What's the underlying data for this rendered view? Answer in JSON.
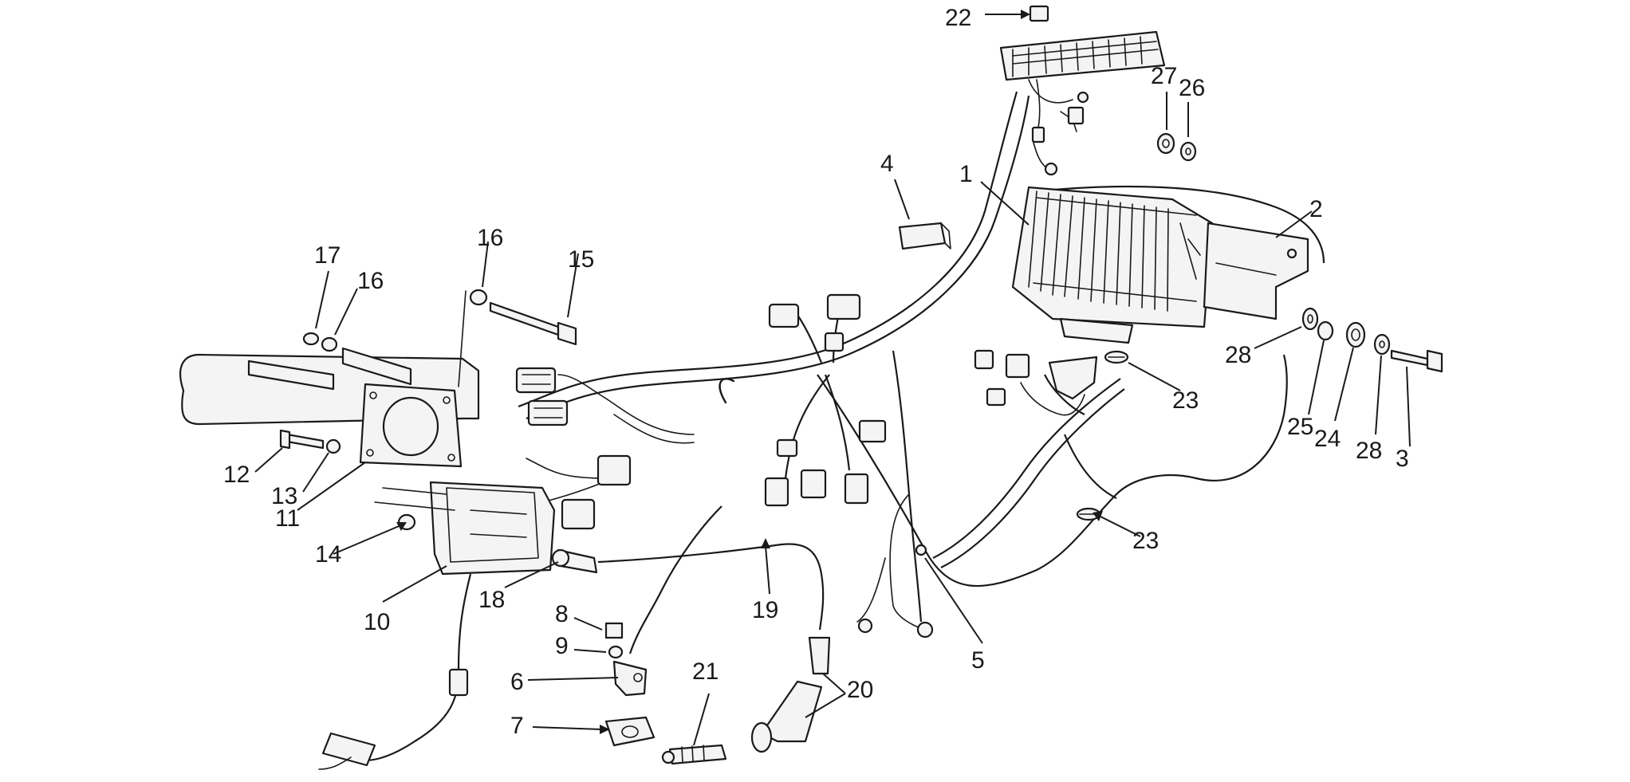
{
  "diagram": {
    "callouts": [
      {
        "id": "c-22",
        "text": "22"
      },
      {
        "id": "c-27",
        "text": "27"
      },
      {
        "id": "c-26",
        "text": "26"
      },
      {
        "id": "c-4",
        "text": "4"
      },
      {
        "id": "c-1",
        "text": "1"
      },
      {
        "id": "c-2",
        "text": "2"
      },
      {
        "id": "c-17",
        "text": "17"
      },
      {
        "id": "c-16a",
        "text": "16"
      },
      {
        "id": "c-16b",
        "text": "16"
      },
      {
        "id": "c-15",
        "text": "15"
      },
      {
        "id": "c-28a",
        "text": "28"
      },
      {
        "id": "c-23a",
        "text": "23"
      },
      {
        "id": "c-25",
        "text": "25"
      },
      {
        "id": "c-24",
        "text": "24"
      },
      {
        "id": "c-28b",
        "text": "28"
      },
      {
        "id": "c-3",
        "text": "3"
      },
      {
        "id": "c-12",
        "text": "12"
      },
      {
        "id": "c-13",
        "text": "13"
      },
      {
        "id": "c-11",
        "text": "11"
      },
      {
        "id": "c-14",
        "text": "14"
      },
      {
        "id": "c-23b",
        "text": "23"
      },
      {
        "id": "c-10",
        "text": "10"
      },
      {
        "id": "c-18",
        "text": "18"
      },
      {
        "id": "c-19",
        "text": "19"
      },
      {
        "id": "c-8",
        "text": "8"
      },
      {
        "id": "c-9",
        "text": "9"
      },
      {
        "id": "c-6",
        "text": "6"
      },
      {
        "id": "c-7",
        "text": "7"
      },
      {
        "id": "c-21",
        "text": "21"
      },
      {
        "id": "c-20",
        "text": "20"
      },
      {
        "id": "c-5",
        "text": "5"
      }
    ]
  }
}
